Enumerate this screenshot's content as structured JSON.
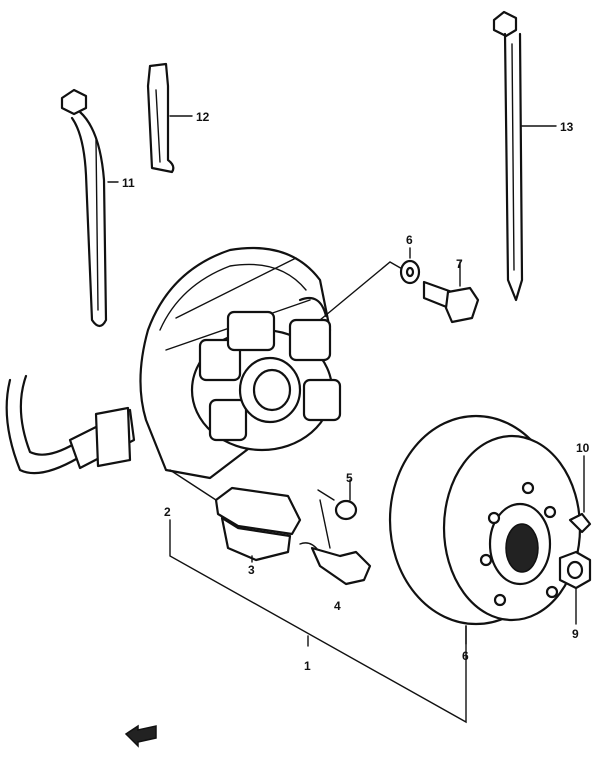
{
  "labels": {
    "p1": "1",
    "p2": "2",
    "p3": "3",
    "p4": "4",
    "p5": "5",
    "p6a": "6",
    "p6b": "6",
    "p7": "7",
    "p9": "9",
    "p10": "10",
    "p11": "11",
    "p12": "12",
    "p13": "13"
  },
  "icons": {
    "front_arrow": "arrow-left-icon"
  }
}
